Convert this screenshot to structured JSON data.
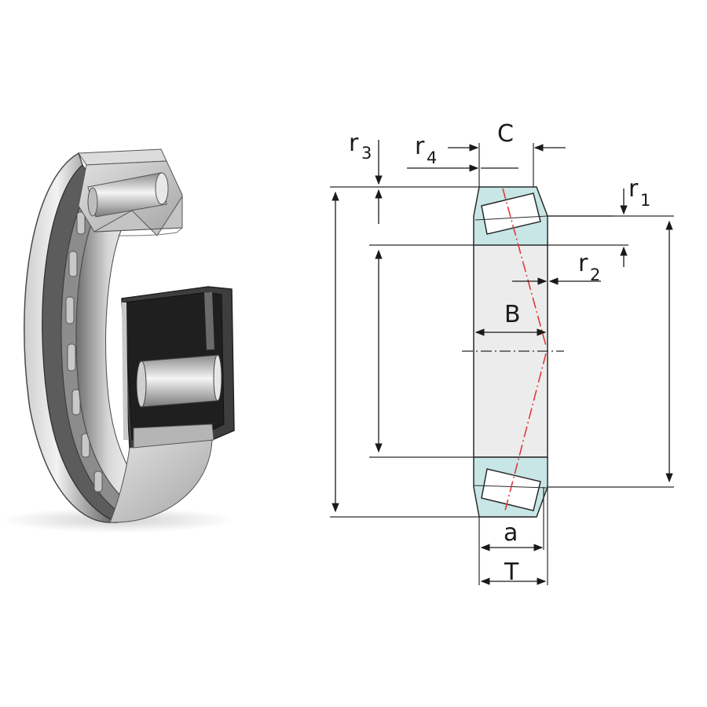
{
  "labels": {
    "r3": {
      "main": "r",
      "sub": "3"
    },
    "r4": {
      "main": "r",
      "sub": "4"
    },
    "C": "C",
    "r1": {
      "main": "r",
      "sub": "1"
    },
    "r2": {
      "main": "r",
      "sub": "2"
    },
    "B": "B",
    "a": "a",
    "T": "T"
  },
  "colors": {
    "cross_section": "#c8e6e6",
    "bore": "#ececec",
    "lines": "#2a2a2a",
    "pressure_line": "#e03a3a",
    "metal_dark": "#3a3a3a",
    "metal_mid": "#9a9a9a",
    "metal_light": "#e6e6e6"
  }
}
